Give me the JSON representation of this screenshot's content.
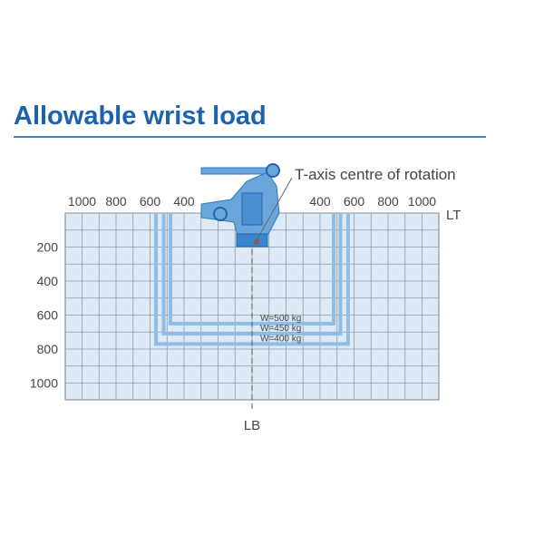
{
  "title": "Allowable wrist load",
  "annotation": "T-axis centre of rotation",
  "axis_lt": "LT",
  "axis_lb": "LB",
  "x_ticks_left": [
    "1000",
    "800",
    "600",
    "400"
  ],
  "x_ticks_right": [
    "400",
    "600",
    "800",
    "1000"
  ],
  "y_ticks": [
    "200",
    "400",
    "600",
    "800",
    "1000"
  ],
  "envelopes": [
    {
      "label": "W=500 kg",
      "half_width": 480,
      "depth": 650
    },
    {
      "label": "W=450 kg",
      "half_width": 520,
      "depth": 710
    },
    {
      "label": "W=400 kg",
      "half_width": 565,
      "depth": 770
    }
  ],
  "colors": {
    "title": "#1c63ad",
    "grid_fill": "#dde9f5",
    "envelope": "#8fbde6",
    "robot": "#6aa6dc"
  }
}
